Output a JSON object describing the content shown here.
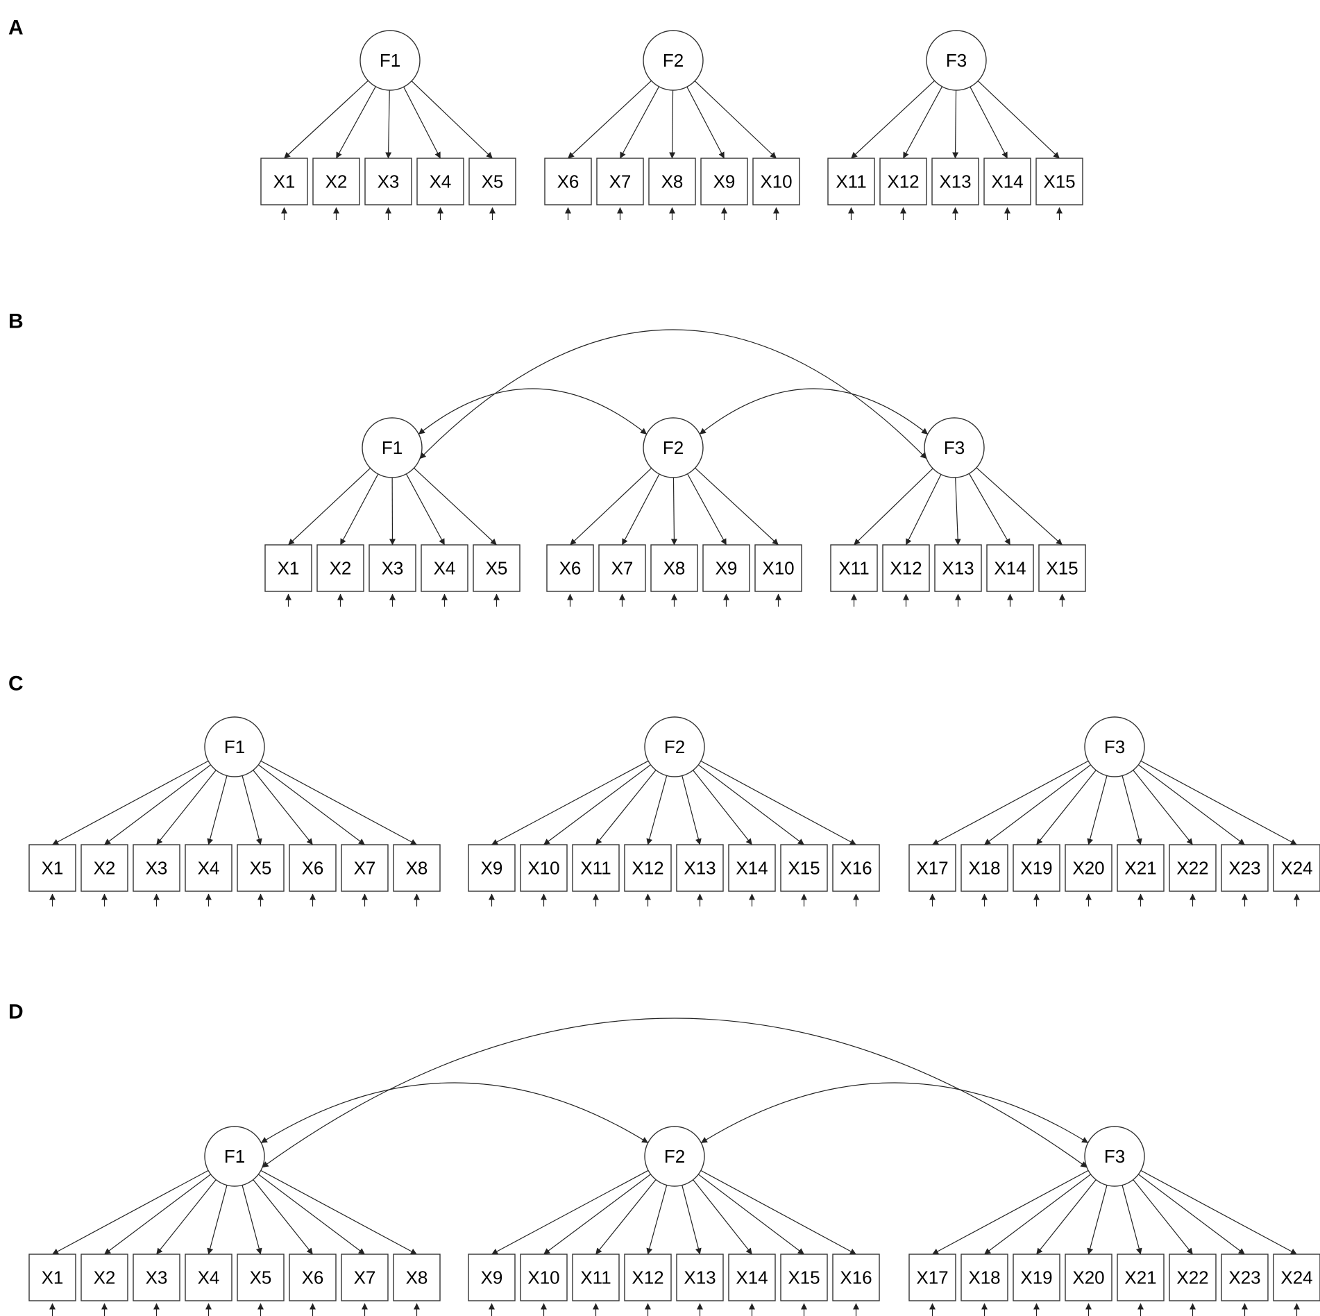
{
  "panels": [
    {
      "label": "A",
      "factors": [
        {
          "name": "F1",
          "indicators": [
            "X1",
            "X2",
            "X3",
            "X4",
            "X5"
          ]
        },
        {
          "name": "F2",
          "indicators": [
            "X6",
            "X7",
            "X8",
            "X9",
            "X10"
          ]
        },
        {
          "name": "F3",
          "indicators": [
            "X11",
            "X12",
            "X13",
            "X14",
            "X15"
          ]
        }
      ],
      "correlated": false
    },
    {
      "label": "B",
      "factors": [
        {
          "name": "F1",
          "indicators": [
            "X1",
            "X2",
            "X3",
            "X4",
            "X5"
          ]
        },
        {
          "name": "F2",
          "indicators": [
            "X6",
            "X7",
            "X8",
            "X9",
            "X10"
          ]
        },
        {
          "name": "F3",
          "indicators": [
            "X11",
            "X12",
            "X13",
            "X14",
            "X15"
          ]
        }
      ],
      "correlated": true
    },
    {
      "label": "C",
      "factors": [
        {
          "name": "F1",
          "indicators": [
            "X1",
            "X2",
            "X3",
            "X4",
            "X5",
            "X6",
            "X7",
            "X8"
          ]
        },
        {
          "name": "F2",
          "indicators": [
            "X9",
            "X10",
            "X11",
            "X12",
            "X13",
            "X14",
            "X15",
            "X16"
          ]
        },
        {
          "name": "F3",
          "indicators": [
            "X17",
            "X18",
            "X19",
            "X20",
            "X21",
            "X22",
            "X23",
            "X24"
          ]
        }
      ],
      "correlated": false
    },
    {
      "label": "D",
      "factors": [
        {
          "name": "F1",
          "indicators": [
            "X1",
            "X2",
            "X3",
            "X4",
            "X5",
            "X6",
            "X7",
            "X8"
          ]
        },
        {
          "name": "F2",
          "indicators": [
            "X9",
            "X10",
            "X11",
            "X12",
            "X13",
            "X14",
            "X15",
            "X16"
          ]
        },
        {
          "name": "F3",
          "indicators": [
            "X17",
            "X18",
            "X19",
            "X20",
            "X21",
            "X22",
            "X23",
            "X24"
          ]
        }
      ],
      "correlated": true
    }
  ]
}
